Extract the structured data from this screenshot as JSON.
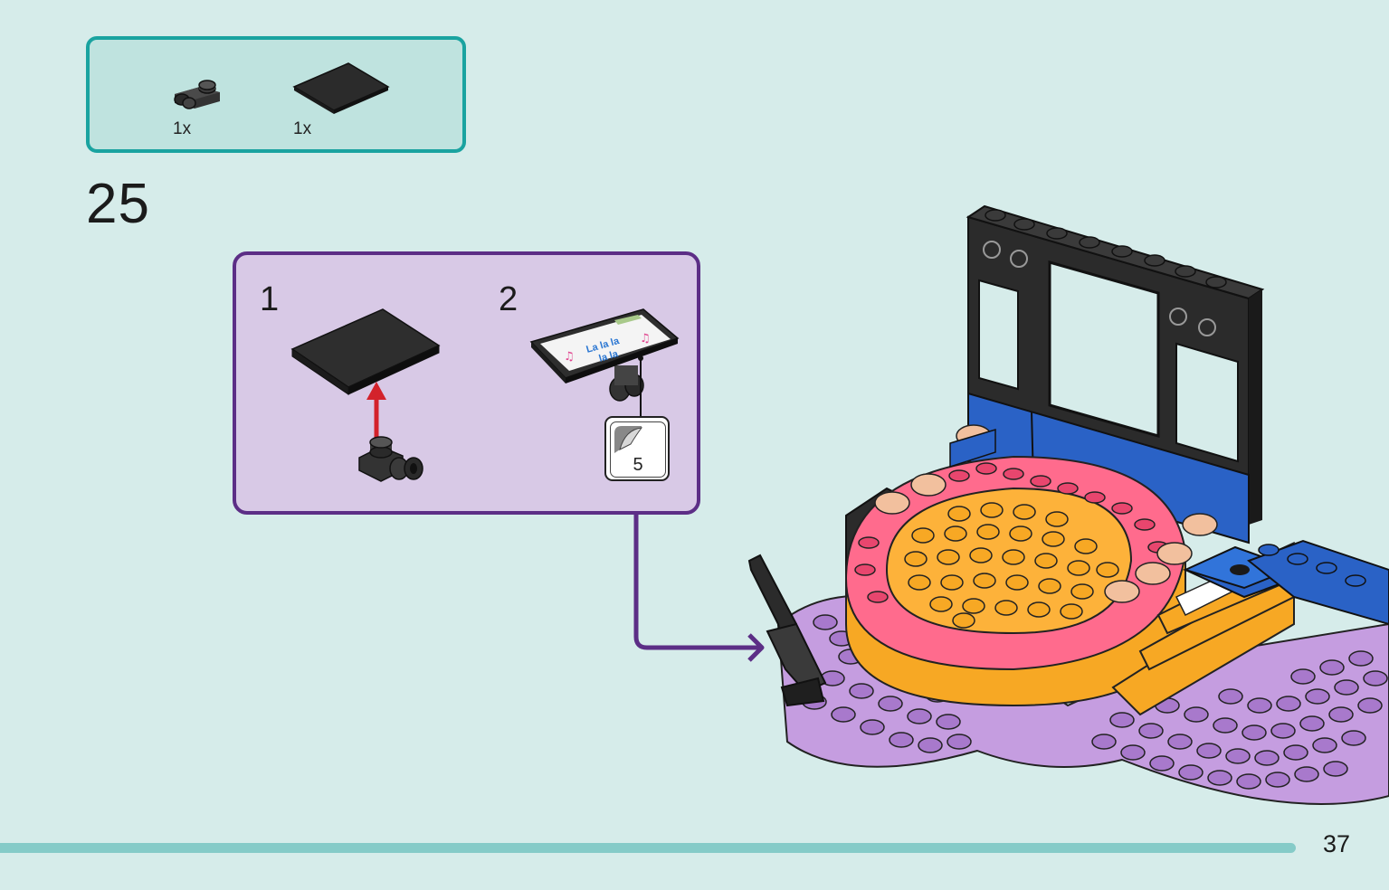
{
  "parts": [
    {
      "name": "clip-plate-1x1",
      "quantity": "1x"
    },
    {
      "name": "tile-2x3-black",
      "quantity": "1x"
    }
  ],
  "step": {
    "number": "25"
  },
  "substeps": [
    {
      "number": "1"
    },
    {
      "number": "2"
    }
  ],
  "sticker": {
    "number": "5",
    "text_line1": "La la la",
    "text_line2": "la la"
  },
  "page": {
    "number": "37"
  },
  "colors": {
    "background": "#d6ecea",
    "parts_border": "#1aa3a0",
    "substep_border": "#5c2e86",
    "arrow_red": "#d3222b"
  }
}
